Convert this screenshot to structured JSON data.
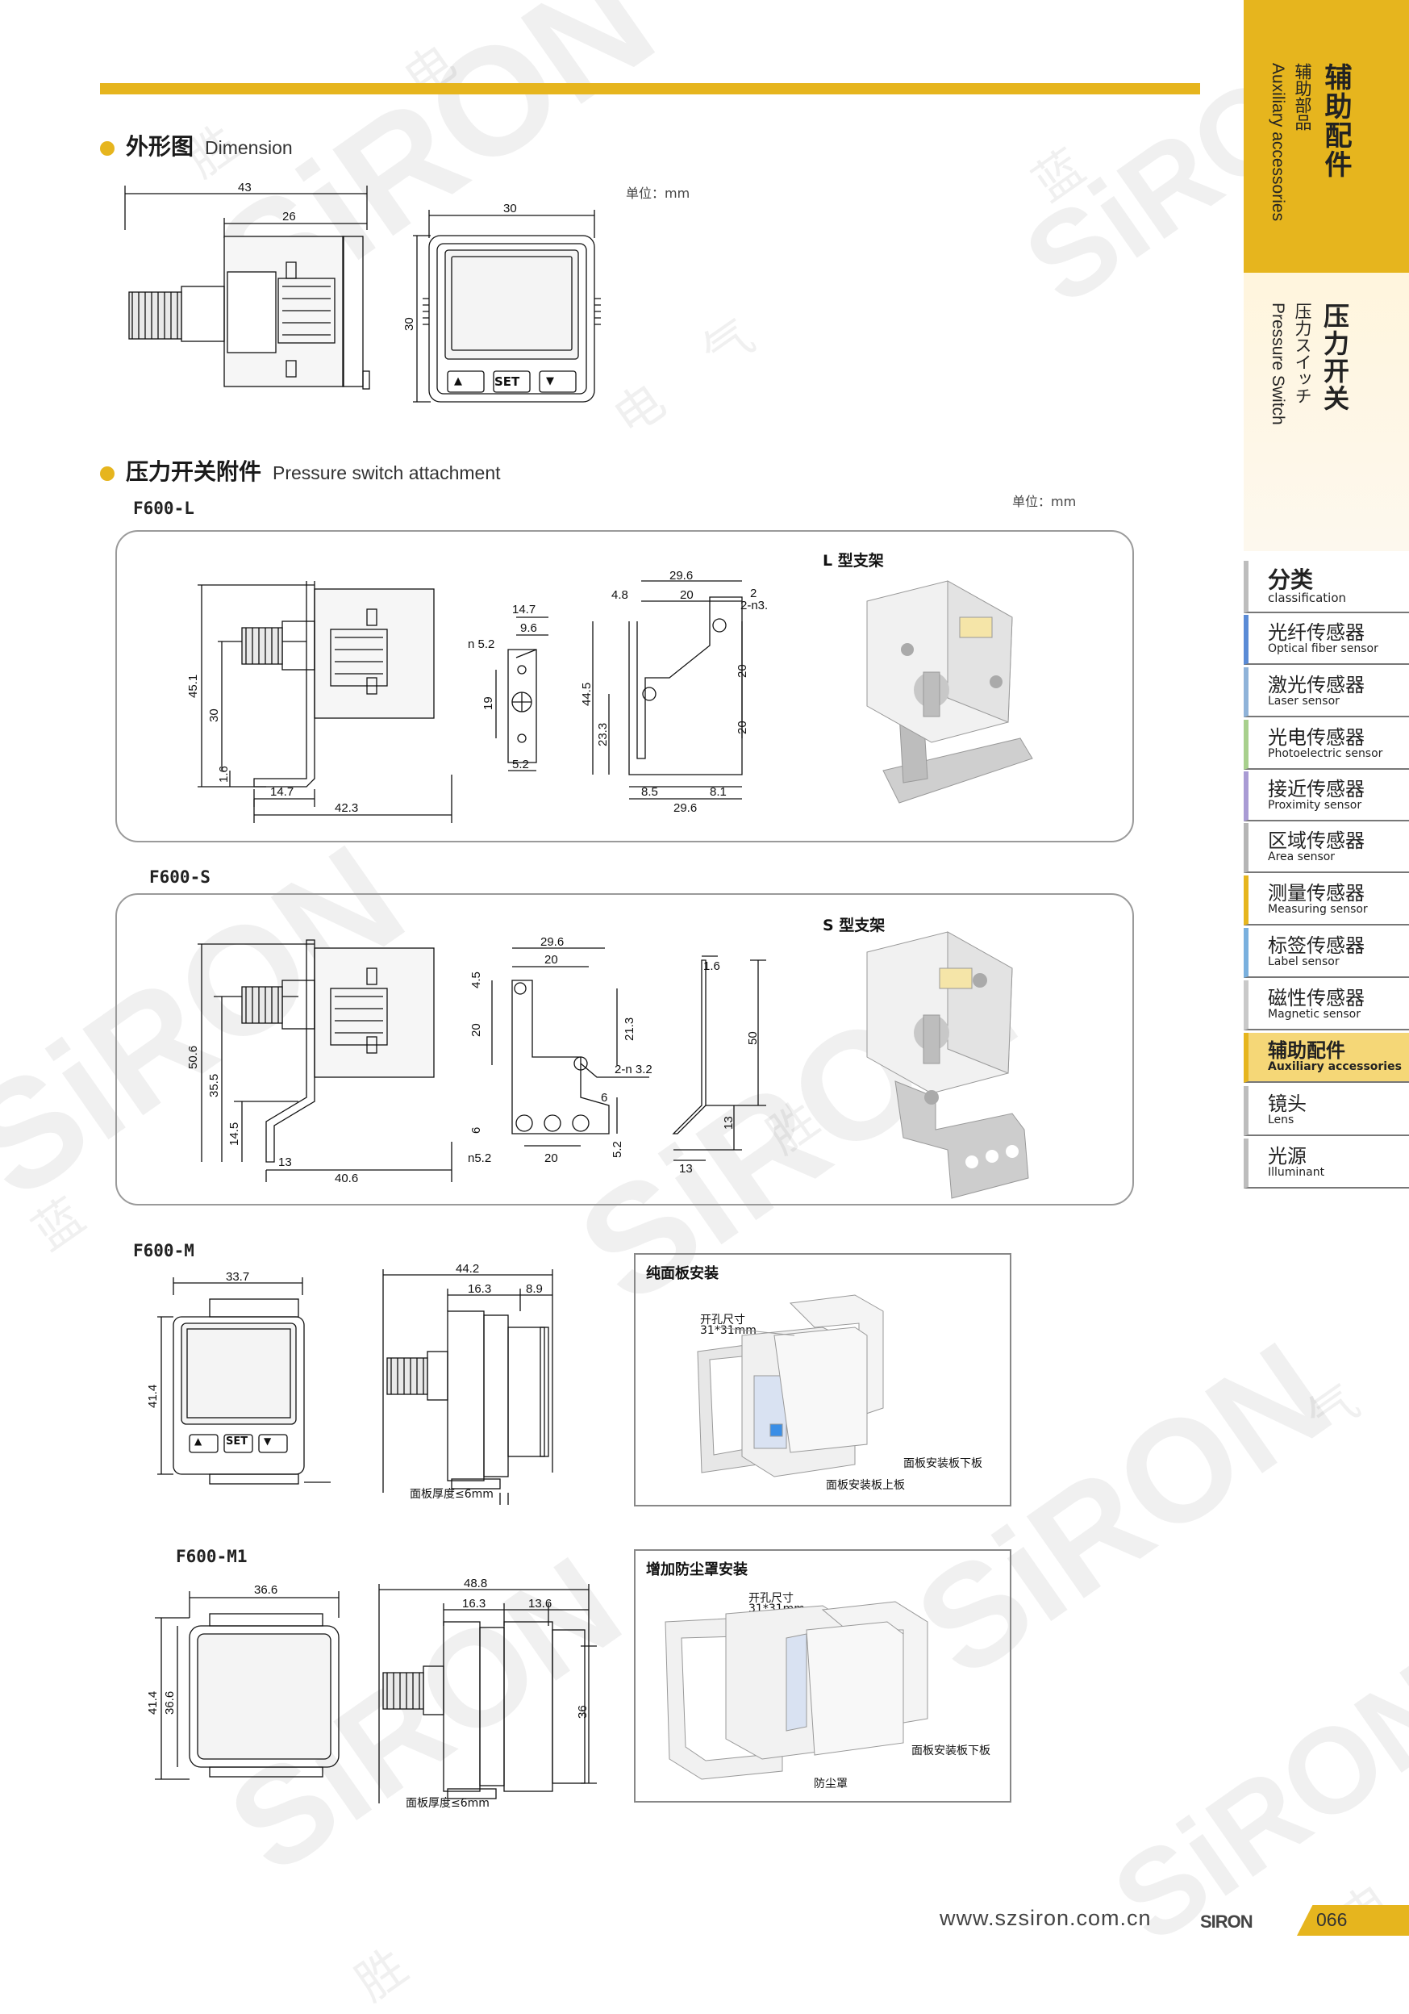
{
  "watermark": {
    "brand": "SiRON",
    "cn1": "胜",
    "cn2": "蓝",
    "cn3": "电",
    "cn4": "气"
  },
  "section1": {
    "title_zh": "外形图",
    "title_en": "Dimension",
    "unit": "单位：mm"
  },
  "section1_dims": {
    "w43": "43",
    "w26": "26",
    "w30": "30",
    "h30": "30"
  },
  "front_buttons": {
    "up": "▲",
    "set": "SET",
    "down": "▼"
  },
  "section2": {
    "title_zh": "压力开关附件",
    "title_en": "Pressure switch attachment",
    "unit": "单位：mm"
  },
  "f600l": {
    "model": "F600-L",
    "caption": "L 型支架",
    "dims": {
      "d45_1": "45.1",
      "d30": "30",
      "d1_6": "1.6",
      "d14_7": "14.7",
      "d42_3": "42.3",
      "b14_7": "14.7",
      "b9_6": "9.6",
      "bn5_2": "n 5.2",
      "b19": "19",
      "b5_2": "5.2",
      "c29_6": "29.6",
      "c4_8": "4.8",
      "c20": "20",
      "c2": "2",
      "c2n3": "2-n3.",
      "c44_5": "44.5",
      "c23_3": "23.3",
      "c20a": "20",
      "c20b": "20",
      "c8_5": "8.5",
      "c8_1": "8.1",
      "c29_6b": "29.6"
    }
  },
  "f600s": {
    "model": "F600-S",
    "caption": "S 型支架",
    "dims": {
      "d50_6": "50.6",
      "d35_5": "35.5",
      "d14_5": "14.5",
      "d13": "13",
      "d40_6": "40.6",
      "b29_6": "29.6",
      "b20": "20",
      "b4_5": "4.5",
      "b20v": "20",
      "b21_3": "21.3",
      "b2n": "2-n 3.2",
      "b6": "6",
      "b6v": "6",
      "bn5_2": "n5.2",
      "b20b": "20",
      "b5_2": "5.2",
      "c1_6": "1.6",
      "c50": "50",
      "c13": "13",
      "c13b": "13"
    }
  },
  "f600m": {
    "model": "F600-M",
    "dims": {
      "w33_7": "33.7",
      "h41_4": "41.4",
      "w44_2": "44.2",
      "w16_3": "16.3",
      "w8_9": "8.9",
      "panel": "面板厚度≤6mm"
    },
    "box_title": "纯面板安装",
    "cut_label": "开孔尺寸",
    "cut_size": "31*31mm",
    "lower_plate": "面板安装板下板",
    "upper_plate": "面板安装板上板"
  },
  "f600m1": {
    "model": "F600-M1",
    "dims": {
      "w36_6": "36.6",
      "h41_4": "41.4",
      "h36_6": "36.6",
      "w48_8": "48.8",
      "w16_3": "16.3",
      "w13_6": "13.6",
      "h36": "36",
      "panel": "面板厚度≤6mm"
    },
    "box_title": "增加防尘罩安装",
    "cut_label": "开孔尺寸",
    "cut_size": "31*31mm",
    "lower_plate": "面板安装板下板",
    "dust_cover": "防尘罩"
  },
  "sidebar": {
    "cat_zh": "辅助配件",
    "cat_zh2": "辅助部品",
    "cat_en": "Auxiliary accessories",
    "sub_zh": "压力开关",
    "sub_zh2": "压力スイッチ",
    "sub_en": "Pressure Switch",
    "class_zh": "分类",
    "class_en": "classification",
    "items": [
      {
        "zh": "光纤传感器",
        "en": "Optical fiber sensor",
        "color": "#5a8bd6"
      },
      {
        "zh": "激光传感器",
        "en": "Laser sensor",
        "color": "#8fb3d9"
      },
      {
        "zh": "光电传感器",
        "en": "Photoelectric sensor",
        "color": "#a8d08d"
      },
      {
        "zh": "接近传感器",
        "en": "Proximity sensor",
        "color": "#a99bd4"
      },
      {
        "zh": "区域传感器",
        "en": "Area sensor",
        "color": "#b5b5b5"
      },
      {
        "zh": "测量传感器",
        "en": "Measuring sensor",
        "color": "#e6b51e"
      },
      {
        "zh": "标签传感器",
        "en": "Label sensor",
        "color": "#7ab0de"
      },
      {
        "zh": "磁性传感器",
        "en": "Magnetic sensor",
        "color": "#c9c9c9"
      },
      {
        "zh": "辅助配件",
        "en": "Auxiliary accessories",
        "color": "#e6b51e"
      },
      {
        "zh": "镜头",
        "en": "Lens",
        "color": "#bdbdbd"
      },
      {
        "zh": "光源",
        "en": "Illuminant",
        "color": "#bdbdbd"
      }
    ]
  },
  "footer": {
    "url": "www.szsiron.com.cn",
    "brand": "SIRON",
    "page": "066"
  }
}
